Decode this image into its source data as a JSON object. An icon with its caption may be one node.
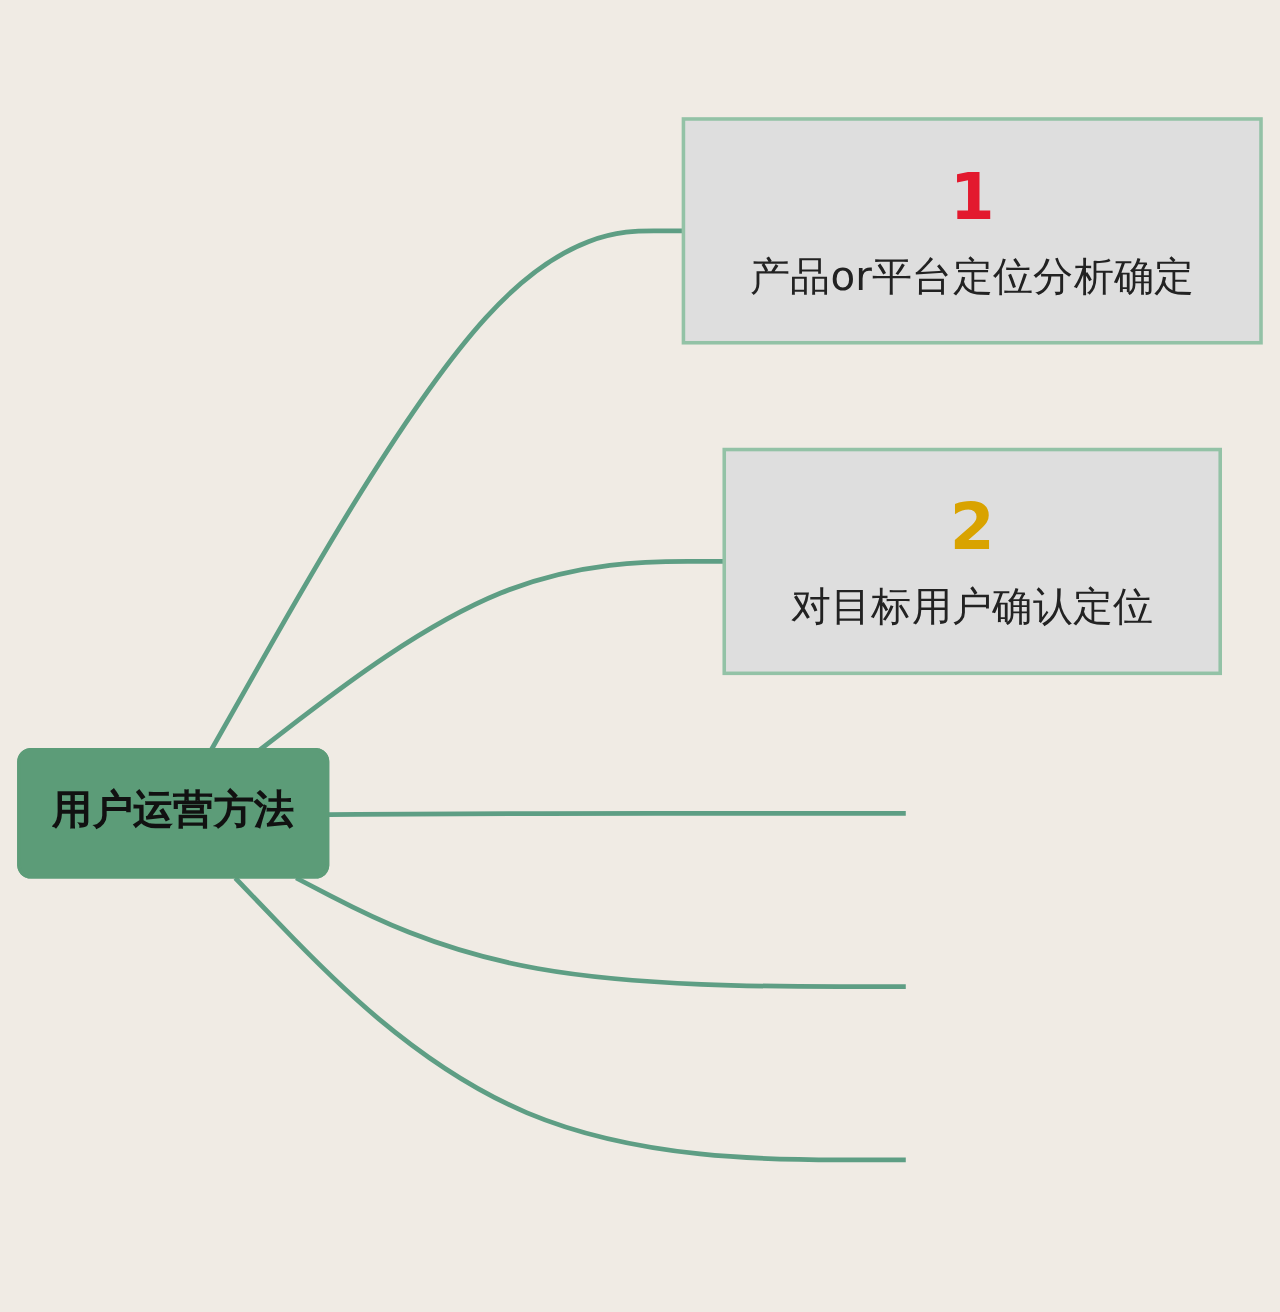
{
  "diagram": {
    "nodes": [
      {
        "text": [
          "用户运营方法"
        ]
      },
      {
        "text": [
          "1",
          "产品or平台定位分析确定"
        ]
      },
      {
        "text": [
          "2",
          "对目标用户确认定位"
        ]
      }
    ],
    "edges": [
      {
        "from": 0,
        "to": 1,
        "arrow": "none"
      },
      {
        "from": 0,
        "to": 2,
        "arrow": "none"
      },
      {
        "from": 0,
        "to": null,
        "arrow": "none"
      },
      {
        "from": 0,
        "to": null,
        "arrow": "none"
      },
      {
        "from": 0,
        "to": null,
        "arrow": "none"
      }
    ]
  }
}
